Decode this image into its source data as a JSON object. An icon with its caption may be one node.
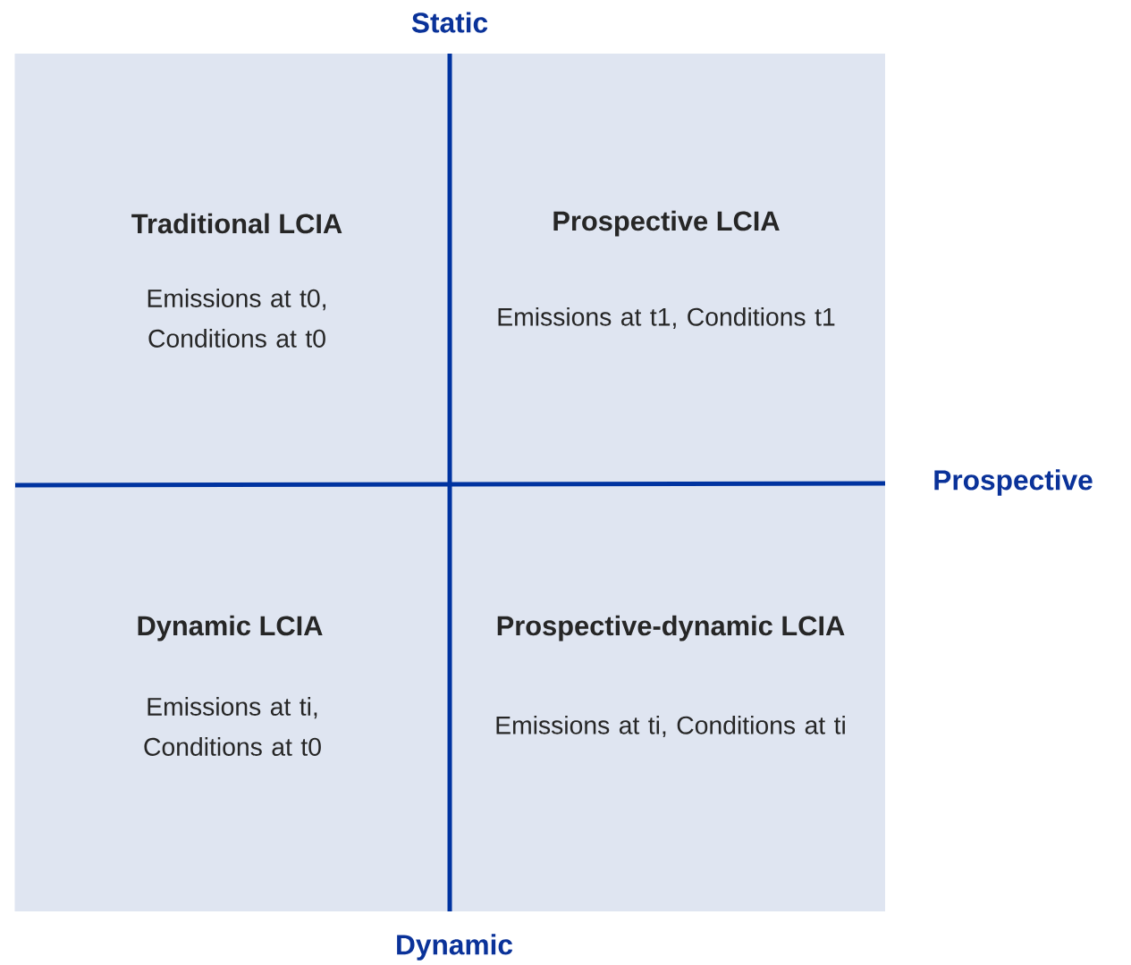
{
  "diagram": {
    "nodes": [
      {
        "text": [
          "Traditional LCIA",
          "Emissions at t0, Conditions at t0"
        ]
      },
      {
        "text": [
          "Prospective LCIA",
          "Emissions at t1, Conditions t1"
        ]
      },
      {
        "text": [
          "Dynamic LCIA",
          "Emissions at ti, Conditions at t0"
        ]
      },
      {
        "text": [
          "Prospective-dynamic LCIA",
          "Emissions at ti, Conditions at ti"
        ]
      }
    ],
    "labels": [
      "Static",
      "Prospective",
      "Dynamic"
    ]
  }
}
